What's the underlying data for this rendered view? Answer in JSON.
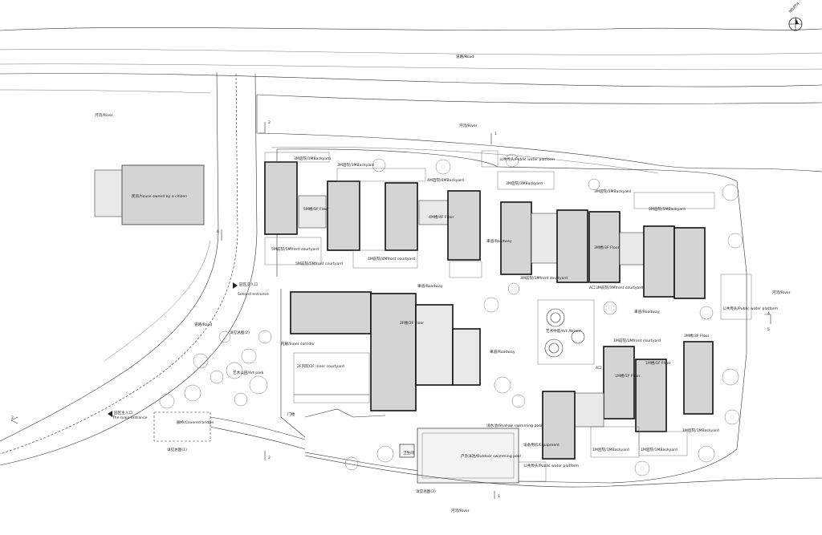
{
  "north_label": "NORTH",
  "labels": {
    "road_top": "道路/Road",
    "river_left": "河流/River",
    "river_top": "河流/River",
    "river_right": "河流/River",
    "river_bottom": "河流/River",
    "house_citizen": "民房/house owned by a citizen",
    "road_left": "道路/Road",
    "second_entrance_cn": "园区次入口",
    "second_entrance_en": "Second entrance",
    "main_entrance_cn": "园区主入口",
    "main_entrance_en": "The main entrance",
    "covered_bridge": "廊桥/Covered bridge",
    "art_park": "艺术公园/Art park",
    "inner_corridor": "内廊/Inner corridor",
    "inner_courtyard": "2F内院/2F inner courtyard",
    "floor_2f": "2F楼/2F Floor",
    "gate": "门楼",
    "roadway_1": "車道/Roadway",
    "roadway_2": "車道/Roadway",
    "roadway_3": "車道/Roadway",
    "roadway_4": "車道/Roadway",
    "art_atrium": "艺术中庭/Art Atrium",
    "shallow_pool": "浅水池/Shallow swimming pool",
    "outdoor_pool": "户外泳池/Outdoor swimming pool",
    "public_water_top": "公共埠头/Public water platform",
    "public_water_right": "公共埠头/Public water platform",
    "public_water_bottom": "公共埠头/Public water platform",
    "equipment": "设备用房/Equipment",
    "backyard_3m_a": "3M后院/3MBackyard",
    "backyard_3m_b": "3M后院/3MBackyard",
    "backyard_4m": "4M后院/4MBackyard",
    "backyard_5m": "5M后院/5MBackyard",
    "backyard_1m_a": "1M后院/1MBackyard",
    "backyard_1m_b": "1M后院/1MBackyard",
    "backyard_1m_c": "1M后院/1MBackyard",
    "backyard_3m_c": "3M后院/3MBackyard",
    "backyard_3m_d": "3M后院/3MBackyard",
    "front_5m": "5M前院/5Mfront courtyard",
    "front_5m_b": "5M前院/5Mfront courtyard",
    "front_4m": "4M前院/4Mfront courtyard",
    "front_3m": "3M前院/3Mfront courtyard",
    "front_3m_b": "3M前院/3Mfront courtyard",
    "front_1m": "1M前院/1Mfront courtyard",
    "floor_5f": "5M楼/5F Floor",
    "floor_4f": "4M楼/4F Floor",
    "floor_3f": "3M楼/3F Floor",
    "floor_1f": "1M楼/1F Floor",
    "floor_1f_b": "1M楼/1F Floor",
    "floor_3f_b": "3M楼/3F Floor",
    "section_1": "1",
    "section_2": "2",
    "section_3": "3",
    "section_4": "4",
    "section_5": "5",
    "section_6": "6",
    "section_ao": "A口",
    "detail_1": "详见总图(1)",
    "detail_2": "详见总图(2)",
    "detail_3": "详见总图(3)",
    "toilet": "卫生间"
  }
}
